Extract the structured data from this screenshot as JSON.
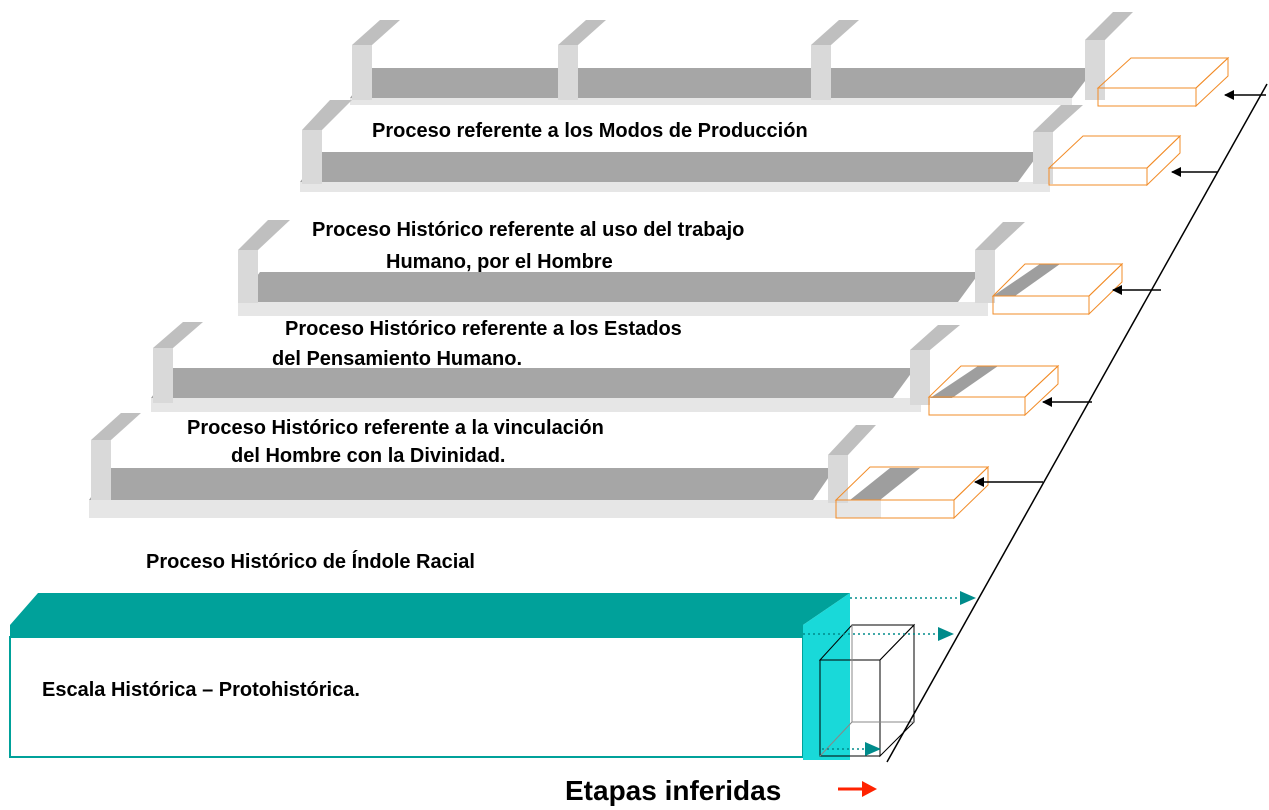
{
  "labels": {
    "modos_produccion": "Proceso referente a los Modos de Producción",
    "trabajo_line1": "Proceso Histórico referente al uso del trabajo",
    "trabajo_line2": "Humano, por el Hombre",
    "pensamiento_line1": "Proceso Histórico referente a los Estados",
    "pensamiento_line2": "del Pensamiento Humano.",
    "divinidad_line1": "Proceso Histórico referente a la vinculación",
    "divinidad_line2": "del Hombre con la Divinidad.",
    "racial": "Proceso Histórico de Índole Racial",
    "escala": "Escala Histórica – Protohistórica.",
    "etapas": "Etapas inferidas"
  },
  "colors": {
    "shelf_floor": "#a6a6a6",
    "shelf_wall": "#d9d9d9",
    "shelf_base": "#e6e6e6",
    "orange_box": "#f28c28",
    "teal_top": "#00a19a",
    "teal_side": "#19d9d9",
    "teal_arrow": "#008b8b",
    "red_arrow": "#ff2200",
    "line": "#000000"
  }
}
